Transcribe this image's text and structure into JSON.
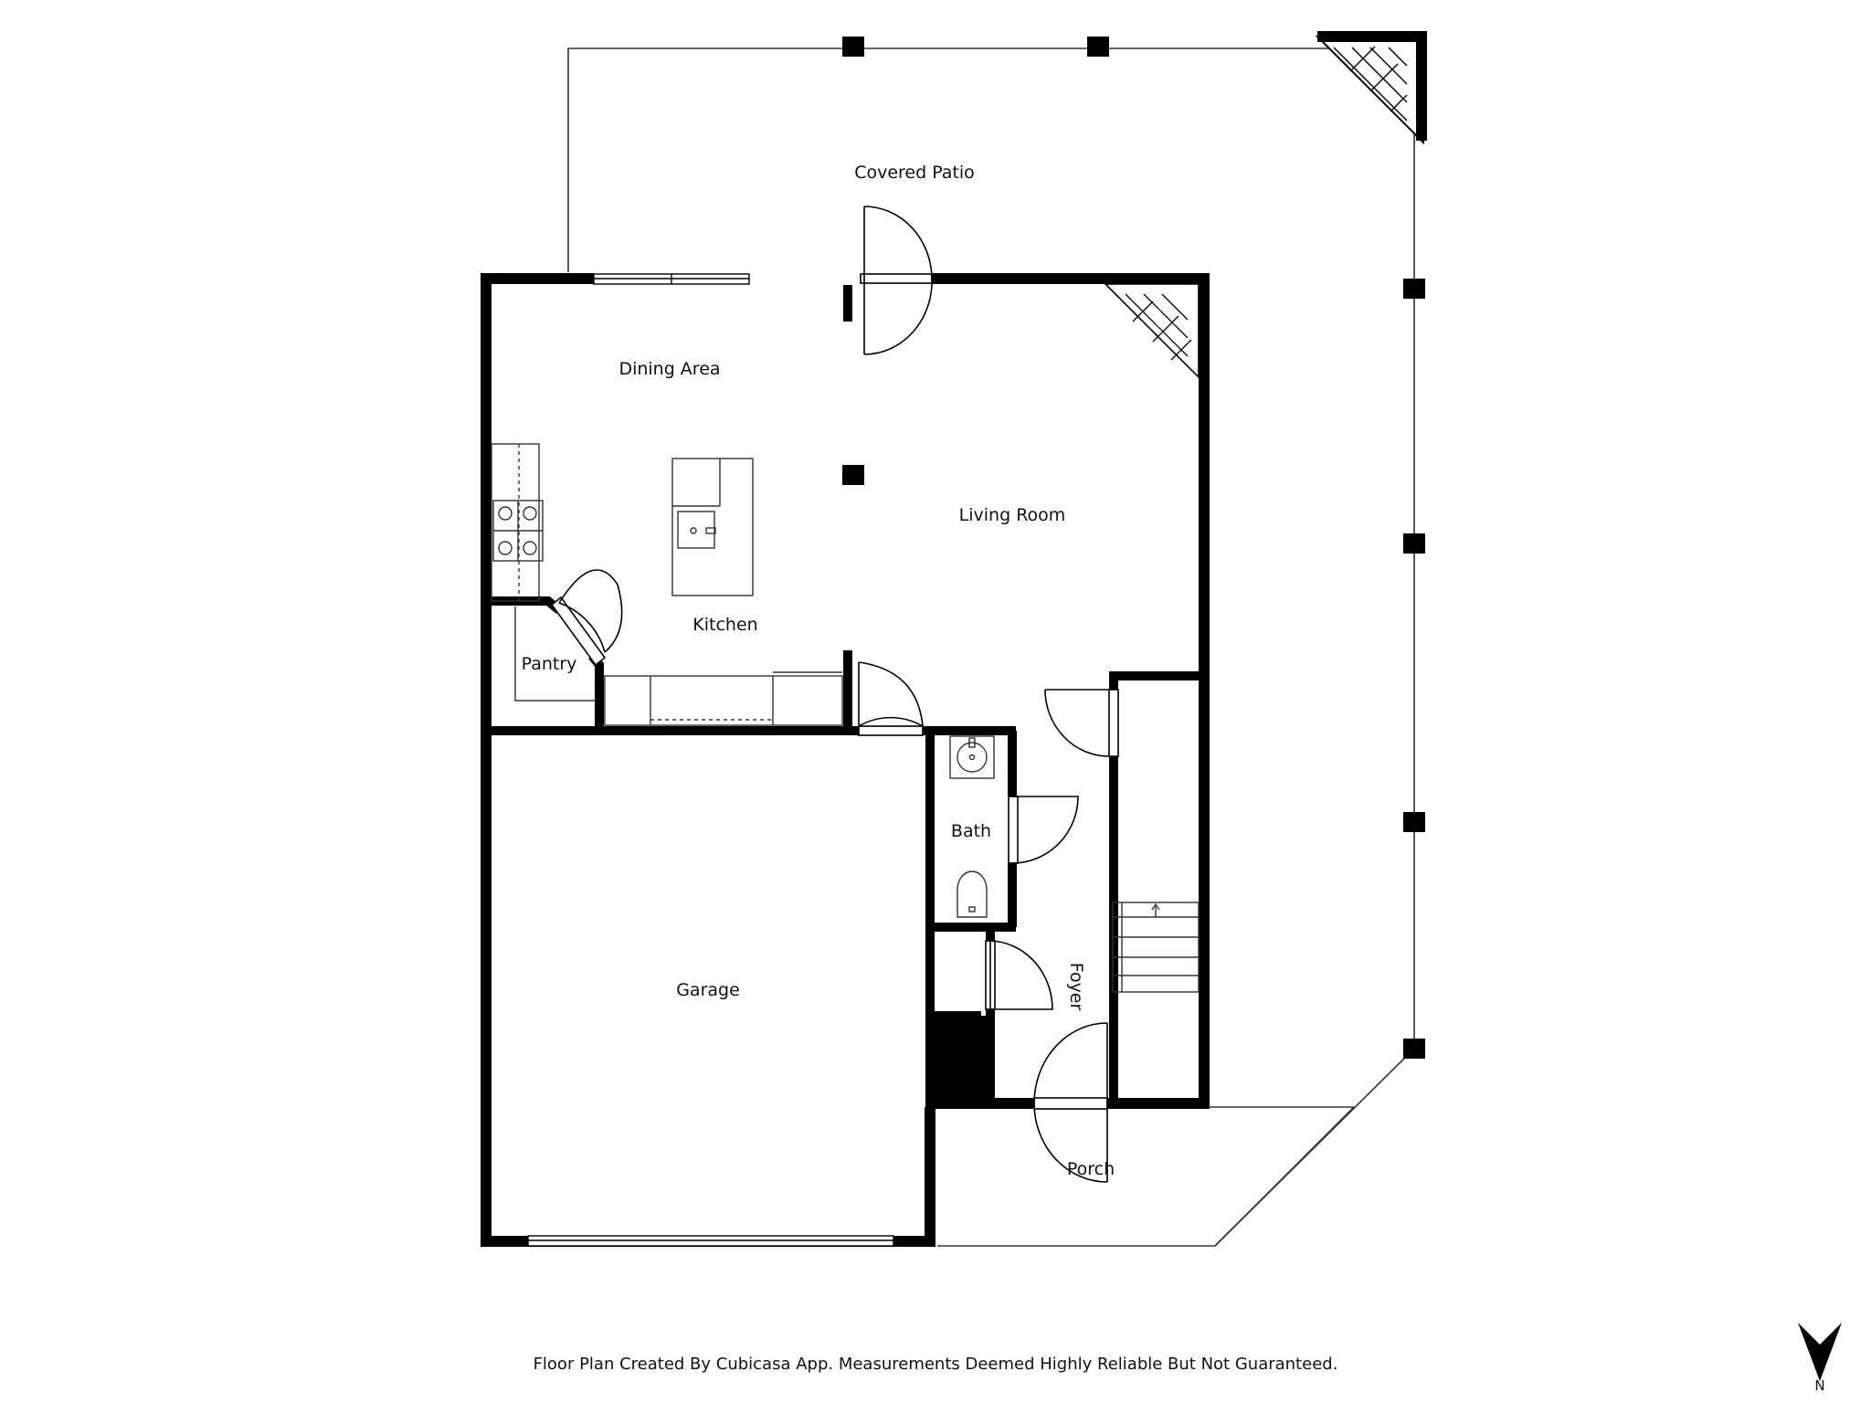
{
  "rooms": {
    "covered_patio": "Covered Patio",
    "dining_area": "Dining Area",
    "living_room": "Living Room",
    "kitchen": "Kitchen",
    "pantry": "Pantry",
    "bath": "Bath",
    "garage": "Garage",
    "foyer": "Foyer",
    "porch": "Porch"
  },
  "footer": {
    "disclaimer": "Floor Plan Created By Cubicasa App. Measurements Deemed Highly Reliable But Not Guaranteed."
  },
  "compass": {
    "label": "N",
    "icon": "north-arrow-icon"
  },
  "colors": {
    "wall": "#000000",
    "line": "#333333",
    "background": "#ffffff"
  }
}
